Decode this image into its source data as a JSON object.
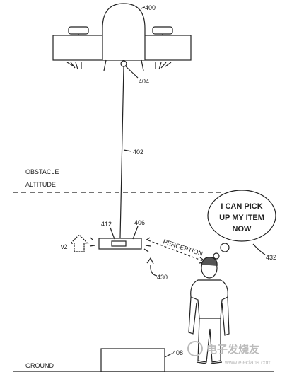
{
  "labels": {
    "drone_ref_top": "400",
    "winch_ref": "404",
    "tether_ref": "402",
    "obstacle_line1": "OBSTACLE",
    "obstacle_line2": "ALTITUDE",
    "payload_left_ref": "412",
    "payload_right_ref": "406",
    "velocity_label": "v2",
    "perception_label": "PERCEPTION",
    "perception_ref": "430",
    "thought_line1": "I CAN PICK",
    "thought_line2": "UP MY ITEM",
    "thought_line3": "NOW",
    "thought_ref": "432",
    "box_ref": "408",
    "ground_label": "GROUND",
    "watermark": "电子发烧友",
    "watermark_url": "www.elecfans.com"
  },
  "colors": {
    "ink": "#222222",
    "watermark": "#bbbbbb"
  }
}
